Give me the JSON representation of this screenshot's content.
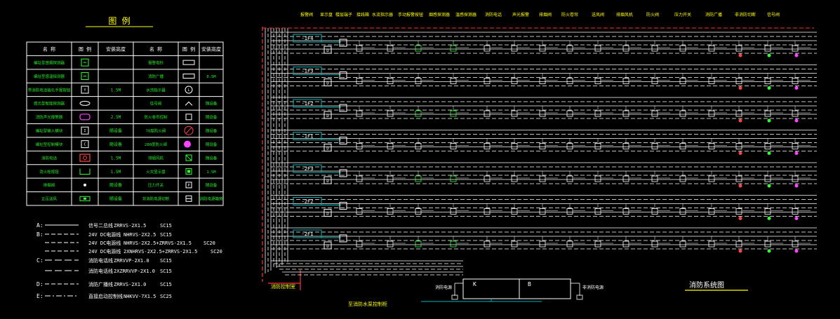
{
  "legend": {
    "title": "图 例",
    "headers": [
      "名 称",
      "图 例",
      "安装高度",
      "名 称",
      "图 例",
      "安装高度"
    ],
    "rows": [
      {
        "name1": "编址型感烟探测器",
        "sym1": "smoke-detector-icon",
        "h1": "",
        "name2": "报警电铃",
        "sym2": "bell-icon",
        "h2": ""
      },
      {
        "name1": "编址型感温探测器",
        "sym1": "heat-detector-icon",
        "h1": "",
        "name2": "消防广播",
        "sym2": "speaker-icon",
        "h2": "0.5M"
      },
      {
        "name1": "带消防电话插孔手报按钮",
        "sym1": "manual-call-point-icon",
        "h1": "1.5M",
        "name2": "水流指示器",
        "sym2": "flow-indicator-icon",
        "h2": ""
      },
      {
        "name1": "感光型智能探测器",
        "sym1": "optical-detector-icon",
        "h1": "",
        "name2": "信号阀",
        "sym2": "signal-valve-icon",
        "h2": "随设备"
      },
      {
        "name1": "消防声光报警器",
        "sym1": "sounder-strobe-icon",
        "h1": "2.5M",
        "name2": "防火卷帘控制",
        "sym2": "shutter-icon",
        "h2": "随设备"
      },
      {
        "name1": "编址型输入模块",
        "sym1": "input-module-icon",
        "h1": "随设备",
        "name2": "70度防火阀",
        "sym2": "fire-damper-70-icon",
        "h2": "随设备"
      },
      {
        "name1": "编址型控制模块",
        "sym1": "control-module-icon",
        "h1": "随设备",
        "name2": "280度防火阀",
        "sym2": "fire-damper-280-icon",
        "h2": "随设备"
      },
      {
        "name1": "消防电话",
        "sym1": "phone-icon",
        "h1": "1.5M",
        "name2": "排烟风机",
        "sym2": "fan-icon",
        "h2": "随设备"
      },
      {
        "name1": "消火栓按钮",
        "sym1": "hydrant-button-icon",
        "h1": "1.5M",
        "name2": "火灾显示盘",
        "sym2": "display-panel-icon",
        "h2": "1.5M"
      },
      {
        "name1": "排烟阀",
        "sym1": "smoke-valve-icon",
        "h1": "随设备",
        "name2": "压力开关",
        "sym2": "pressure-switch-icon",
        "h2": "随设备"
      },
      {
        "name1": "正压送风",
        "sym1": "pressurization-icon",
        "h1": "随设备",
        "name2": "非消防电源切断",
        "sym2": "power-cutoff-icon",
        "h2": "消防电源箱旁"
      }
    ]
  },
  "cable_notes": [
    {
      "letter": "A:",
      "desc": "信号二总线",
      "spec": "ZRRVS-2X1.5",
      "conduit": "SC15",
      "style": "solid"
    },
    {
      "letter": "B:",
      "desc": "24V DC电源线",
      "spec": "NHRVS-2X2.5",
      "conduit": "SC15",
      "style": "dash"
    },
    {
      "letter": "",
      "desc": "24V DC电源线",
      "spec": "NHRVS-2X2.5+ZRRVS-2X1.5",
      "conduit": "SC20",
      "style": "dash"
    },
    {
      "letter": "",
      "desc": "24V DC电源线",
      "spec": "2XNHRVS-2X2.5+ZRRVS-2X1.5",
      "conduit": "SC20",
      "style": "dash"
    },
    {
      "letter": "C:",
      "desc": "消防电话线",
      "spec": "ZRRVVP-2X1.0",
      "conduit": "SC15",
      "style": "longdash"
    },
    {
      "letter": "",
      "desc": "消防电话线",
      "spec": "2XZRRVVP-2X1.0",
      "conduit": "SC15",
      "style": "longdash"
    },
    {
      "letter": "D:",
      "desc": "消防广播线",
      "spec": "ZRRVS-2X1.0",
      "conduit": "SC15",
      "style": "dash"
    },
    {
      "letter": "E:",
      "desc": "直接启动控制线",
      "spec": "NHKVV-7X1.5",
      "conduit": "SC25",
      "style": "dashdot"
    }
  ],
  "system": {
    "column_headers": [
      "报警阀",
      "显示盘",
      "楼层端子",
      "接线箱",
      "水流指示器",
      "手动报警按钮",
      "烟感探测器",
      "温感探测器",
      "消防电话",
      "声光报警",
      "排烟阀",
      "防火卷帘",
      "送风阀",
      "排烟风机",
      "防火阀",
      "压力开关",
      "消防广播",
      "非消防切断",
      "信号阀"
    ],
    "floors": [
      "-1F4",
      "-1F3",
      "-1F2",
      "-1F1",
      "-2F3",
      "-2F2",
      "-2F1"
    ],
    "controller": {
      "left_label": "K",
      "right_label": "B"
    },
    "bottom_left_label": "消防控制室",
    "bottom_center_label": "至消防水泵控制柜",
    "left_term_label": "消防电源",
    "right_term_label": "非消防电源",
    "diagram_title": "消防系统图"
  },
  "colors": {
    "background": "#000000",
    "frame": "#ffffff",
    "legend_text": "#22ee22",
    "header_text": "#ffff00",
    "dashed_red": "#ff3333",
    "floor_band": "#00b4b4",
    "symbol_magenta": "#ff44ff",
    "symbol_green": "#33ff33",
    "title_underline": "#ffff00"
  }
}
